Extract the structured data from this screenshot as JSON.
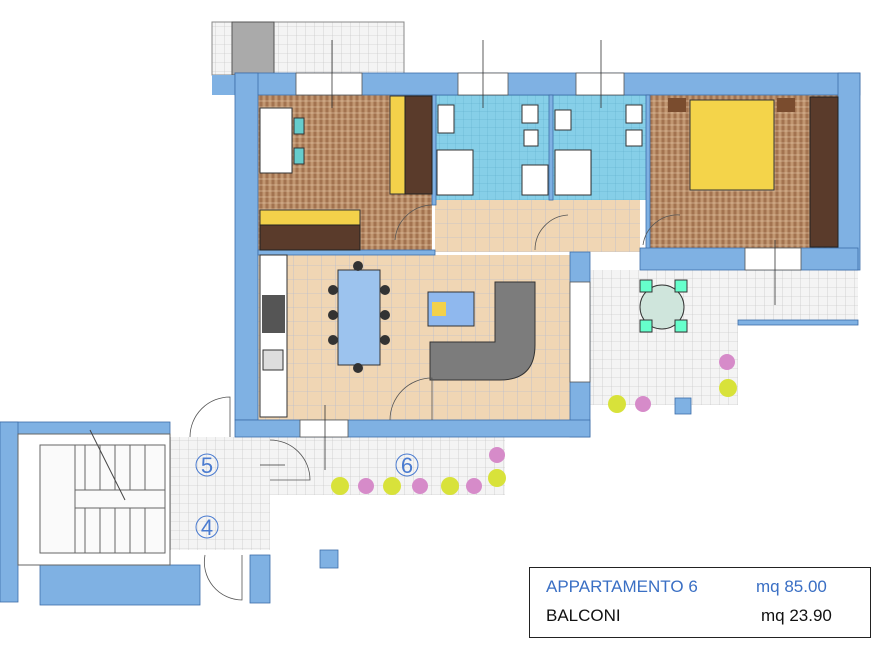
{
  "plan": {
    "unit_labels": [
      "5",
      "6",
      "4"
    ],
    "colors": {
      "wall": "#7fb1e3",
      "wood": "#b98a62",
      "tile": "#f1dcc0",
      "bath": "#8fd3ea",
      "grid": "#dcdcdc",
      "sofa": "#7c7c7c",
      "table": "#9cc3ee",
      "bed": "#f4d44a"
    }
  },
  "legend": {
    "apartment_label": "APPARTAMENTO 6",
    "apartment_area": "mq  85.00",
    "balconies_label": "BALCONI",
    "balconies_area": "mq  23.90"
  }
}
